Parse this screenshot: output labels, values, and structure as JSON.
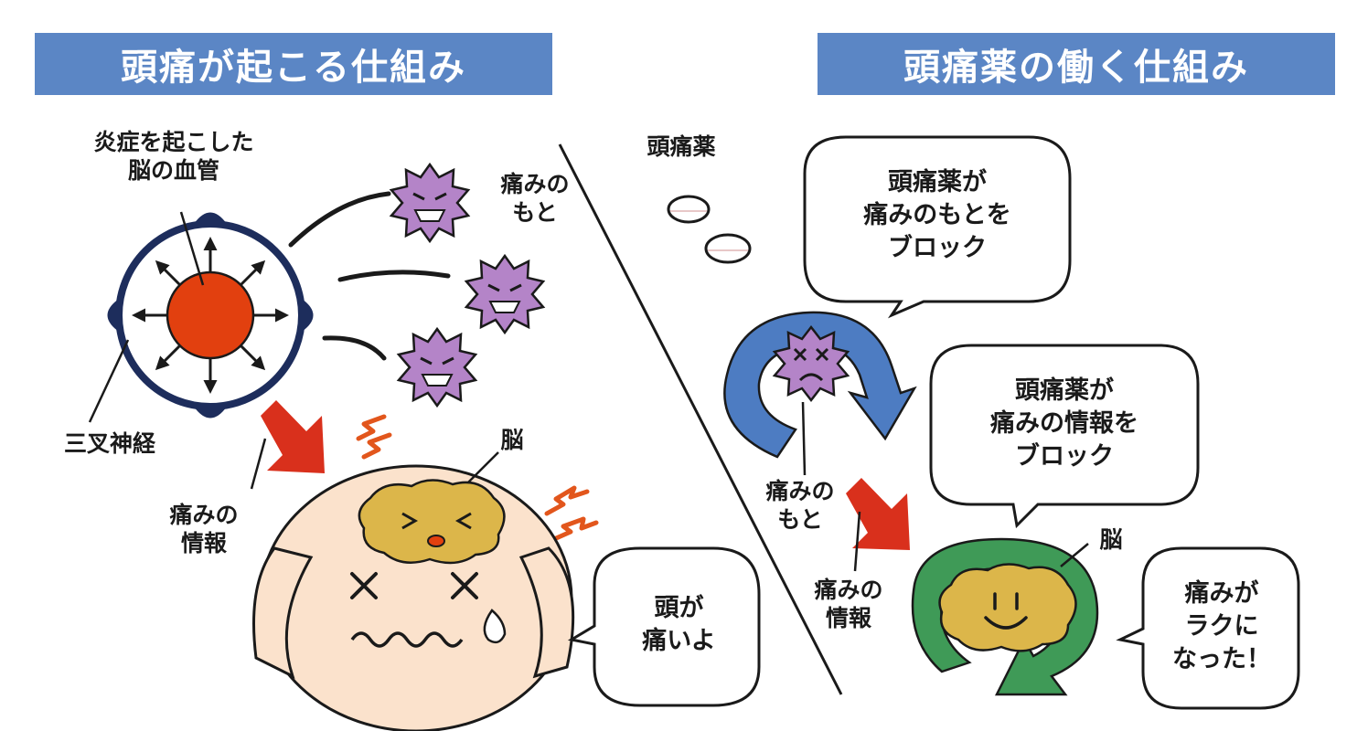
{
  "left_panel": {
    "title": "頭痛が起こる仕組み",
    "labels": {
      "inflamed_vessel": [
        "炎症を起こした",
        "脳の血管"
      ],
      "pain_source": [
        "痛みの",
        "もと"
      ],
      "trigeminal_nerve": "三叉神経",
      "pain_info": [
        "痛みの",
        "情報"
      ],
      "brain": "脳"
    },
    "bubble": [
      "頭が",
      "痛いよ"
    ]
  },
  "right_panel": {
    "title": "頭痛薬の働く仕組み",
    "labels": {
      "medicine": "頭痛薬",
      "pain_source": [
        "痛みの",
        "もと"
      ],
      "pain_info": [
        "痛みの",
        "情報"
      ],
      "brain": "脳"
    },
    "bubble_block_source": [
      "頭痛薬が",
      "痛みのもとを",
      "ブロック"
    ],
    "bubble_block_info": [
      "頭痛薬が",
      "痛みの情報を",
      "ブロック"
    ],
    "bubble_relief": [
      "痛みが",
      "ラクに",
      "なった！"
    ]
  },
  "colors": {
    "banner": "#5b86c5",
    "vessel_red": "#e2400f",
    "nerve_navy": "#1d2d5c",
    "germ_purple": "#b484c8",
    "arrow_red": "#d9301c",
    "brain_yellow": "#dcb64a",
    "skin": "#fbe2cc",
    "arrow_blue": "#4d7cc2",
    "arrow_green": "#3f9a57"
  }
}
